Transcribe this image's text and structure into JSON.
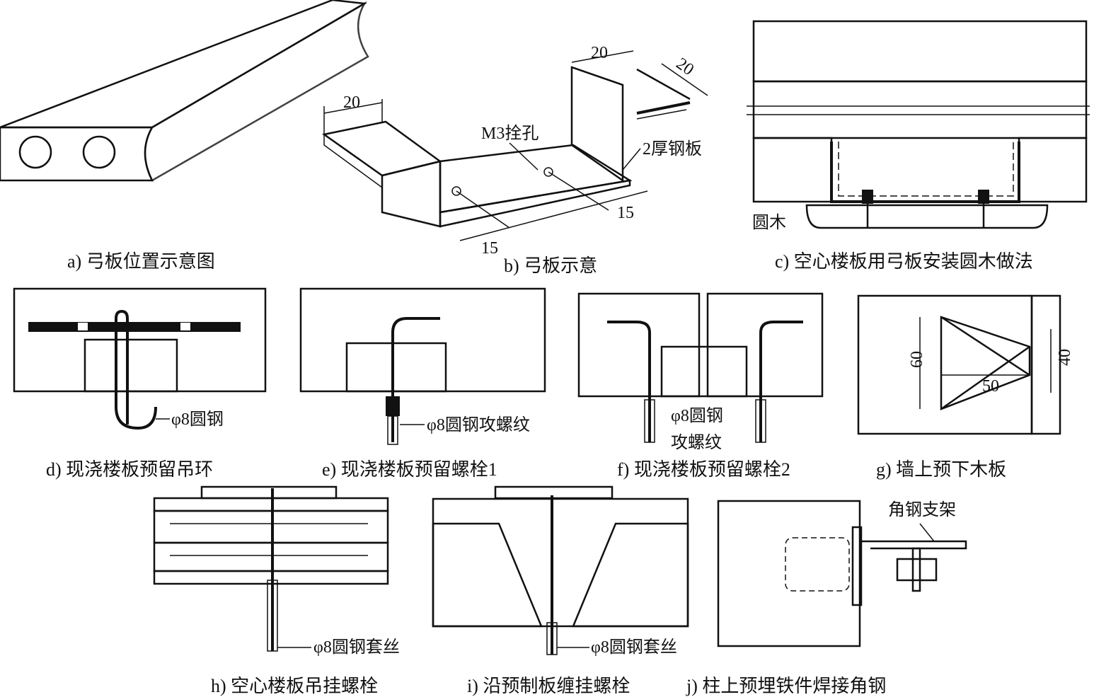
{
  "panels": {
    "a": {
      "caption": "a) 弓板位置示意图"
    },
    "b": {
      "caption": "b) 弓板示意",
      "dim_left_width": "20",
      "dim_top_width": "20",
      "dim_top_depth": "20",
      "hole_label": "M3拴孔",
      "plate_label": "2厚钢板",
      "dim_right_offset": "15",
      "dim_bottom_offset": "15"
    },
    "c": {
      "caption": "c) 空心楼板用弓板安装圆木做法",
      "log_label": "圆木"
    },
    "d": {
      "caption": "d) 现浇楼板预留吊环",
      "rod_label": "φ8圆钢"
    },
    "e": {
      "caption": "e) 现浇楼板预留螺栓1",
      "rod_label": "φ8圆钢攻螺纹"
    },
    "f": {
      "caption": "f) 现浇楼板预留螺栓2",
      "rod_label_1": "φ8圆钢",
      "rod_label_2": "攻螺纹"
    },
    "g": {
      "caption": "g) 墙上预下木板",
      "dim_height_outer": "60",
      "dim_height_inner": "40",
      "dim_width": "50"
    },
    "h": {
      "caption": "h) 空心楼板吊挂螺栓",
      "rod_label": "φ8圆钢套丝"
    },
    "i": {
      "caption": "i) 沿预制板缠挂螺栓",
      "rod_label": "φ8圆钢套丝"
    },
    "j": {
      "caption": "j) 柱上预埋铁件焊接角钢",
      "bracket_label": "角钢支架"
    }
  }
}
